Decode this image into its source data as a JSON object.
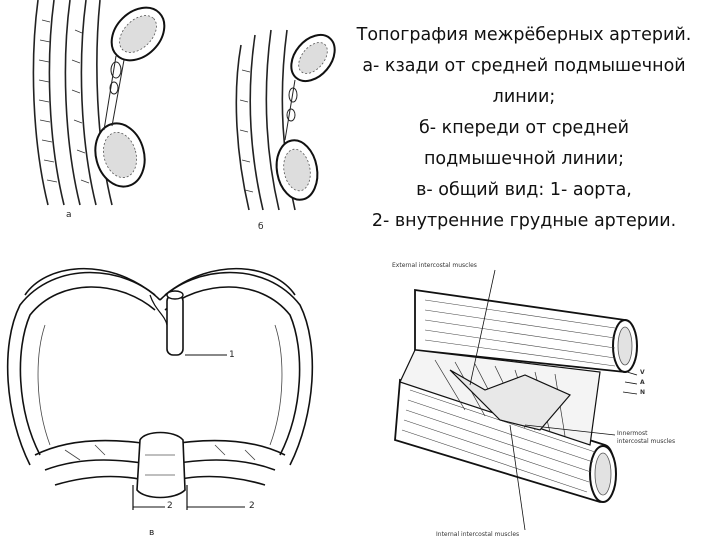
{
  "caption": {
    "lines": [
      "Топография межрёберных артерий.",
      "а- кзади от средней подмышечной",
      "линии;",
      "б- кпереди от средней",
      "подмышечной линии;",
      "в- общий вид: 1- аорта,",
      "2- внутренние грудные артерии."
    ]
  },
  "figures": {
    "a_label": "а",
    "b_label": "б",
    "v_label": "в",
    "aorta_num": "1",
    "internal_thoracic_left_num": "2",
    "internal_thoracic_right_num": "2",
    "external_label": "External intercostal muscles",
    "innermost_label_1": "Innermost",
    "innermost_label_2": "intercostal muscles",
    "internal_label": "Internal intercostal muscles",
    "vessel_v": "V",
    "vessel_a": "A",
    "vessel_n": "N"
  }
}
